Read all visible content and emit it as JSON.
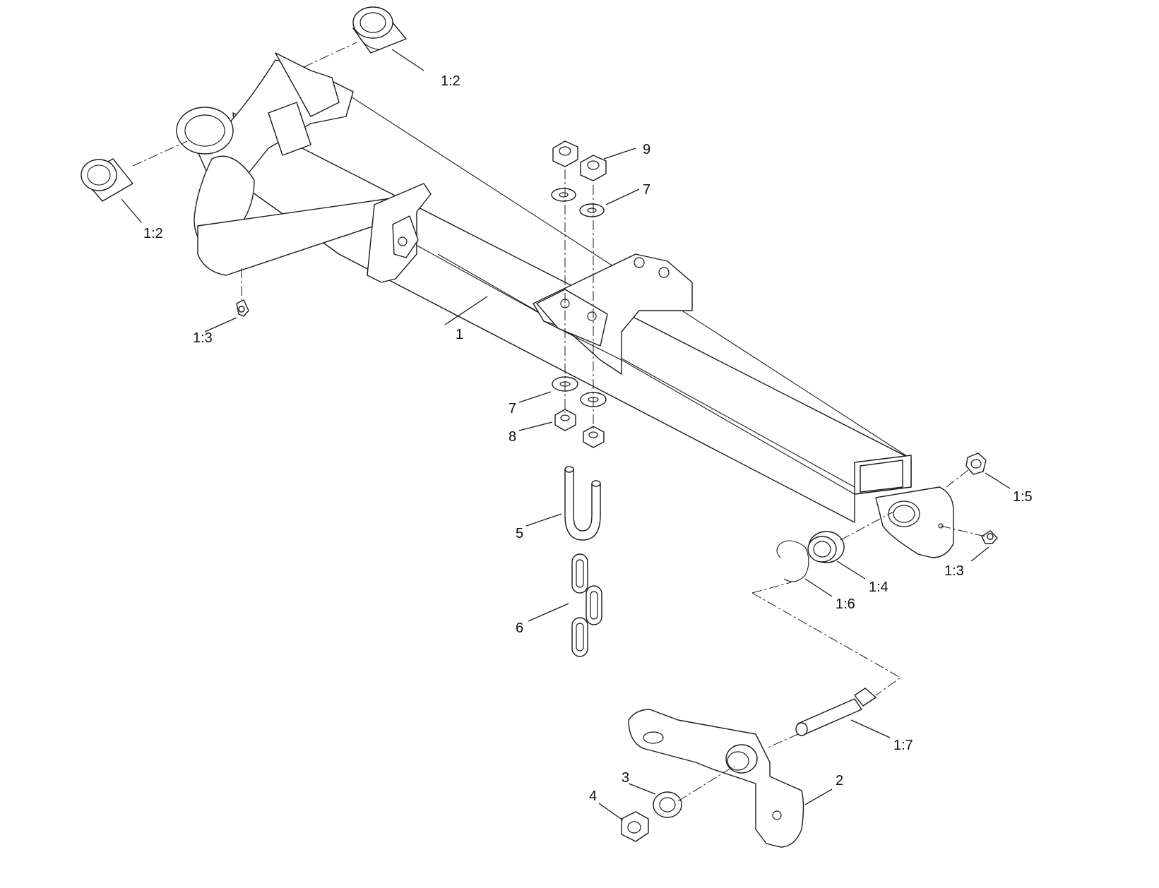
{
  "callouts": {
    "c_1": "1",
    "c_1_2_top": "1:2",
    "c_1_2_left": "1:2",
    "c_1_3_left": "1:3",
    "c_1_3_right": "1:3",
    "c_1_4": "1:4",
    "c_1_5": "1:5",
    "c_1_6": "1:6",
    "c_1_7": "1:7",
    "c_2": "2",
    "c_3": "3",
    "c_4": "4",
    "c_5": "5",
    "c_6": "6",
    "c_7_top": "7",
    "c_7_bottom": "7",
    "c_8": "8",
    "c_9": "9"
  }
}
